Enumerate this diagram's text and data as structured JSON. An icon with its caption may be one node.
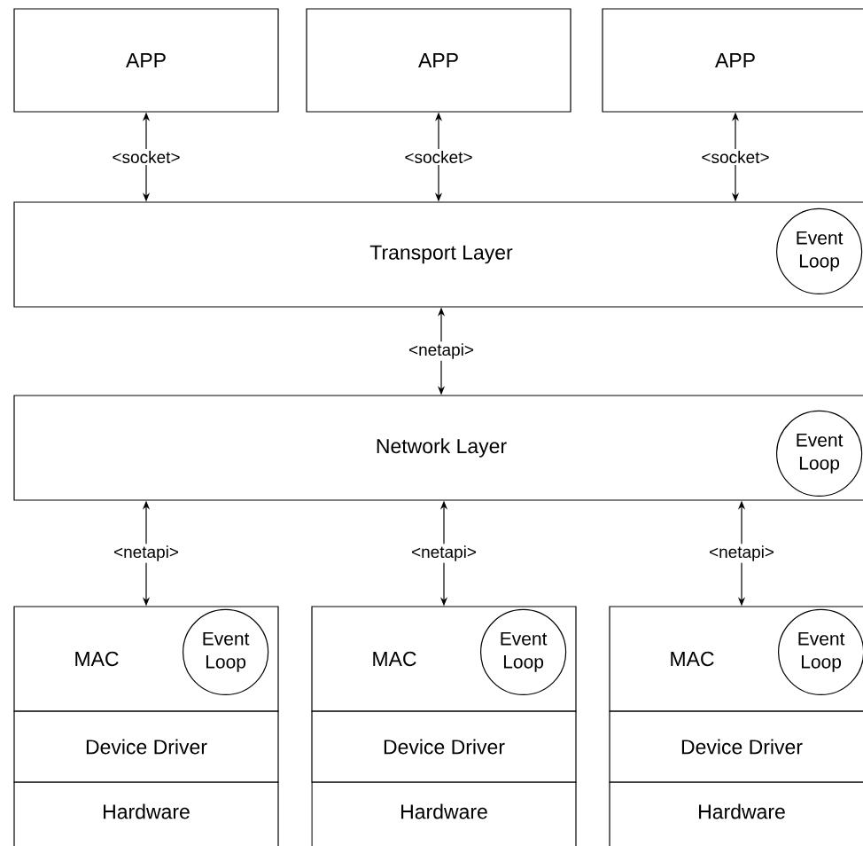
{
  "diagram": {
    "nodes": [
      {
        "text": [
          "APP"
        ]
      },
      {
        "text": [
          "APP"
        ]
      },
      {
        "text": [
          "APP"
        ]
      },
      {
        "text": [
          "Transport Layer"
        ]
      },
      {
        "text": [
          "Event Loop"
        ],
        "in": 3
      },
      {
        "text": [
          "Network Layer"
        ]
      },
      {
        "text": [
          "Event Loop"
        ],
        "in": 5
      },
      {
        "text": [
          "MAC"
        ]
      },
      {
        "text": [
          "Event Loop"
        ],
        "in": 7
      },
      {
        "text": [
          "Device Driver"
        ]
      },
      {
        "text": [
          "Hardware"
        ]
      },
      {
        "text": [
          "MAC"
        ]
      },
      {
        "text": [
          "Event Loop"
        ],
        "in": 11
      },
      {
        "text": [
          "Device Driver"
        ]
      },
      {
        "text": [
          "Hardware"
        ]
      },
      {
        "text": [
          "MAC"
        ]
      },
      {
        "text": [
          "Event Loop"
        ],
        "in": 15
      },
      {
        "text": [
          "Device Driver"
        ]
      },
      {
        "text": [
          "Hardware"
        ]
      }
    ],
    "edges": [
      {
        "from": 0,
        "to": 3,
        "arrow": "both",
        "label": "<socket>"
      },
      {
        "from": 1,
        "to": 3,
        "arrow": "both",
        "label": "<socket>"
      },
      {
        "from": 2,
        "to": 3,
        "arrow": "both",
        "label": "<socket>"
      },
      {
        "from": 3,
        "to": 5,
        "arrow": "both",
        "label": "<netapi>"
      },
      {
        "from": 5,
        "to": 7,
        "arrow": "both",
        "label": "<netapi>"
      },
      {
        "from": 5,
        "to": 11,
        "arrow": "both",
        "label": "<netapi>"
      },
      {
        "from": 5,
        "to": 15,
        "arrow": "both",
        "label": "<netapi>"
      }
    ]
  }
}
